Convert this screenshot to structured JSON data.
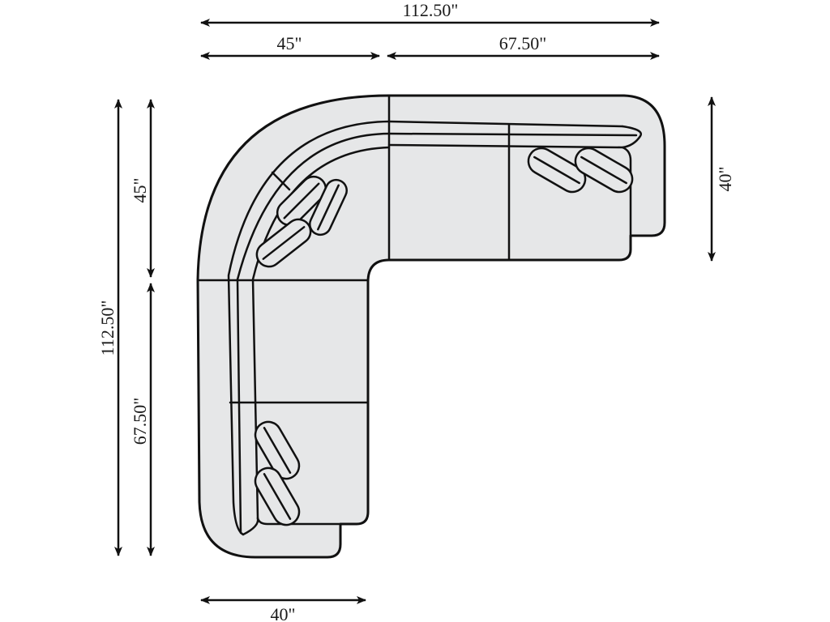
{
  "diagram": {
    "title": "L-shaped sectional sofa dimension diagram",
    "colors": {
      "fill": "#e6e7e8",
      "stroke": "#111111",
      "background": "#ffffff"
    },
    "dimensions": {
      "top_total": "112.50\"",
      "top_left": "45\"",
      "top_right": "67.50\"",
      "left_total": "112.50\"",
      "left_upper": "45\"",
      "left_lower": "67.50\"",
      "right_depth": "40\"",
      "bottom_depth": "40\""
    },
    "sections": [
      {
        "name": "corner-wedge",
        "pillows": 3
      },
      {
        "name": "top-middle-seat",
        "pillows": 0
      },
      {
        "name": "top-right-end-seat",
        "pillows": 2
      },
      {
        "name": "left-middle-seat",
        "pillows": 0
      },
      {
        "name": "left-bottom-end-seat",
        "pillows": 2
      }
    ]
  }
}
